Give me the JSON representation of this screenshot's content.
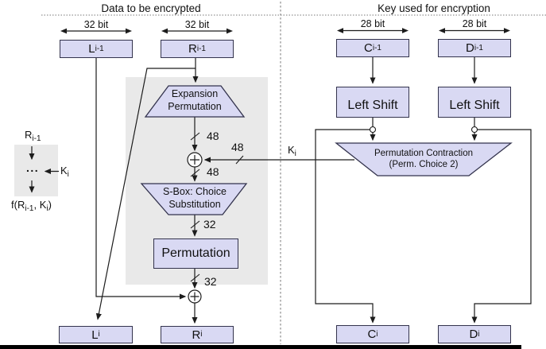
{
  "diagram": {
    "headers": {
      "left": "Data to be encrypted",
      "right": "Key used for encryption"
    },
    "bit_widths": {
      "l": "32 bit",
      "r": "32 bit",
      "c": "28 bit",
      "d": "28 bit"
    },
    "registers": {
      "l_prev": {
        "base": "L",
        "sub": "i-1"
      },
      "r_prev": {
        "base": "R",
        "sub": "i-1"
      },
      "c_prev": {
        "base": "C",
        "sub": "i-1"
      },
      "d_prev": {
        "base": "D",
        "sub": "i-1"
      },
      "l_next": {
        "base": "L",
        "sub": "i"
      },
      "r_next": {
        "base": "R",
        "sub": "i"
      },
      "c_next": {
        "base": "C",
        "sub": "i"
      },
      "d_next": {
        "base": "D",
        "sub": "i"
      }
    },
    "nodes": {
      "expansion": "Expansion\nPermutation",
      "sbox": "S-Box: Choice\nSubstitution",
      "permutation": "Permutation",
      "left_shift_c": "Left Shift",
      "left_shift_d": "Left Shift",
      "perm_contraction": "Permutation Contraction\n(Perm. Choice 2)"
    },
    "wire_labels": {
      "expansion_out": "48",
      "key_in": "48",
      "xor_out": "48",
      "sbox_out": "32",
      "perm_out": "32",
      "key": {
        "base": "K",
        "sub": "i"
      }
    },
    "legend": {
      "input": {
        "base": "R",
        "sub": "i-1"
      },
      "dots": "...",
      "key": {
        "base": "K",
        "sub": "i"
      },
      "f_parts": {
        "p1": "f(R",
        "s1": "i-1",
        "p2": ", K",
        "s2": "i",
        "p3": ")"
      }
    },
    "colors": {
      "box_fill": "#d9d9f3",
      "box_border": "#33334d",
      "panel_gray": "#e9e9e9",
      "line": "#1c1c1c"
    }
  }
}
